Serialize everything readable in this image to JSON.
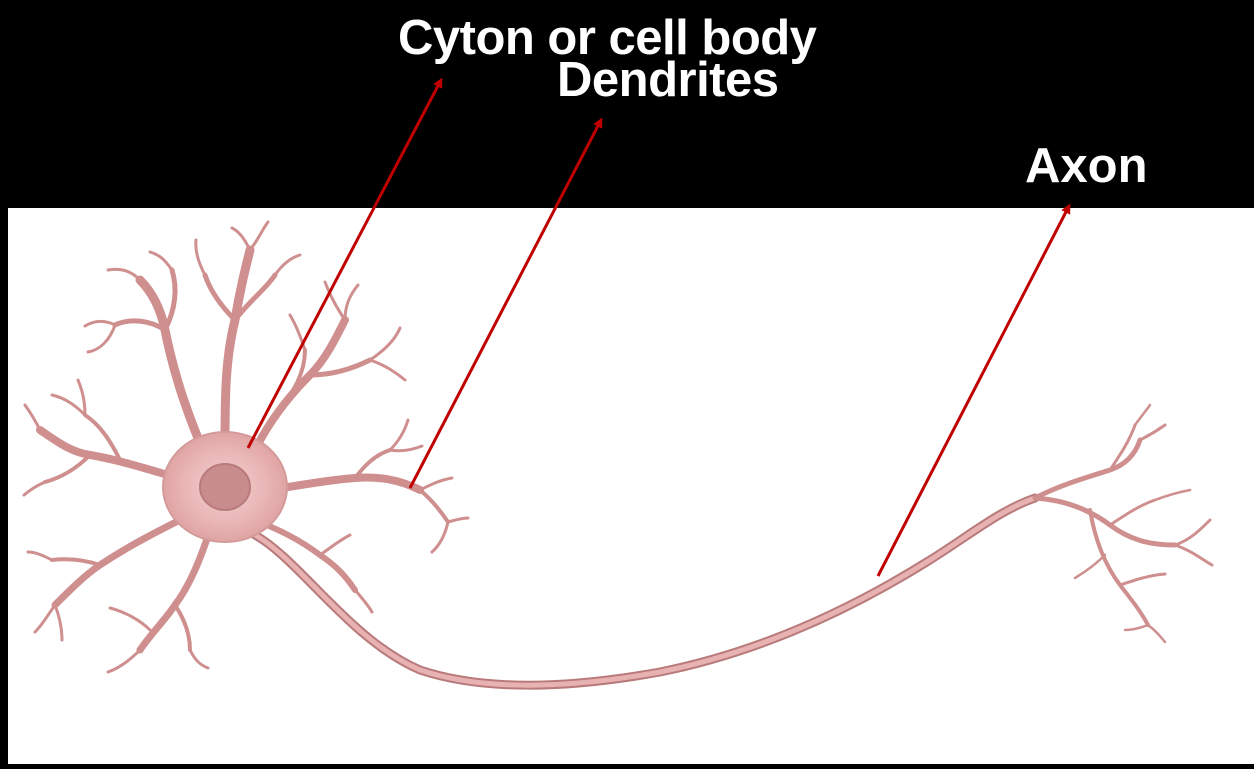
{
  "diagram": {
    "labels": {
      "cyton": "Cyton or cell body",
      "dendrites": "Dendrites",
      "axon": "Axon"
    }
  },
  "colors": {
    "background": "#000000",
    "panel": "#ffffff",
    "label_text": "#ffffff",
    "arrow": "#c00000",
    "neuron_fill": "#e3a7a7",
    "neuron_stroke": "#b77a7a",
    "nucleus": "#c98c8c"
  },
  "icons": {
    "arrow": "arrow-up-right-icon"
  }
}
